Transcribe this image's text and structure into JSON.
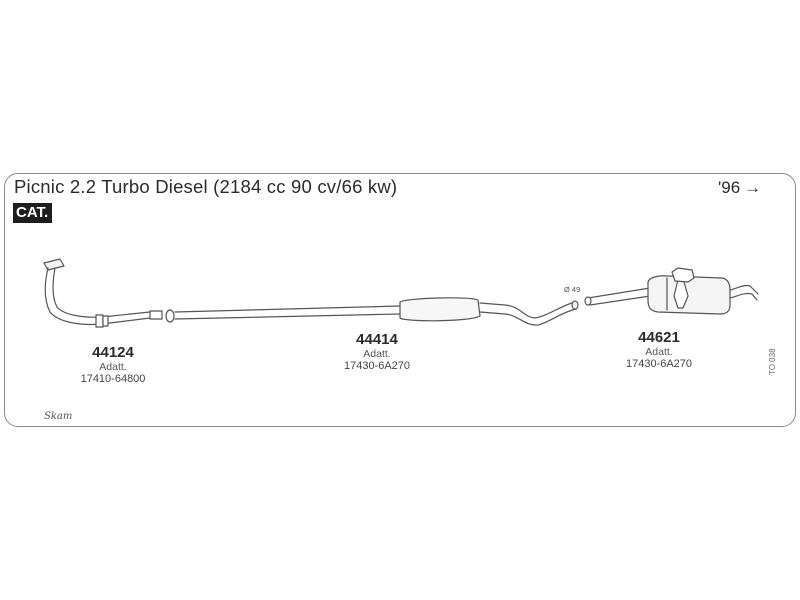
{
  "header": {
    "title": "Picnic 2.2 Turbo Diesel (2184 cc 90 cv/66 kw)",
    "year": "'96",
    "year_arrow": "→",
    "cat_badge": "CAT."
  },
  "parts": [
    {
      "number": "44124",
      "adatt": "Adatt.",
      "code": "17410-64800"
    },
    {
      "number": "44414",
      "adatt": "Adatt.",
      "code": "17430-6A270"
    },
    {
      "number": "44621",
      "adatt": "Adatt.",
      "code": "17430-6A270"
    }
  ],
  "diameter_label": "Ø 49",
  "reference_code": "TO 038",
  "brand": "Skam",
  "colors": {
    "line": "#555555",
    "border": "#8a8a8a",
    "badge_bg": "#1e1e1e"
  }
}
